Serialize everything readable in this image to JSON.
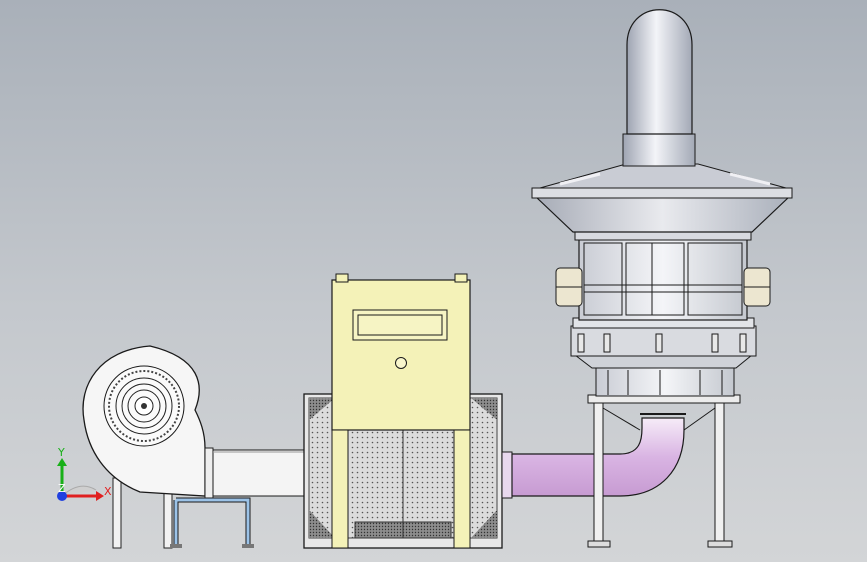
{
  "viewport": {
    "background_top": "#a9b0b9",
    "background_bottom": "#d3d5d7"
  },
  "model": {
    "components": [
      {
        "id": "centrifugal-fan",
        "icon": "fan-housing"
      },
      {
        "id": "inlet-duct",
        "icon": "duct"
      },
      {
        "id": "activated-carbon-box",
        "icon": "filter-box"
      },
      {
        "id": "connecting-elbow-pipe",
        "icon": "elbow-pipe"
      },
      {
        "id": "spray-tower",
        "icon": "tower"
      },
      {
        "id": "exhaust-chimney",
        "icon": "chimney"
      }
    ],
    "colors": {
      "steel": "#e4e6ea",
      "filter_panel": "#f4f2b8",
      "pipe": "#e6c9ee",
      "outline": "#1a1a1a"
    }
  },
  "triad": {
    "x_label": "X",
    "y_label": "Y",
    "z_label": "Z",
    "x_color": "#e02020",
    "y_color": "#18b018",
    "z_color": "#2040e0"
  }
}
